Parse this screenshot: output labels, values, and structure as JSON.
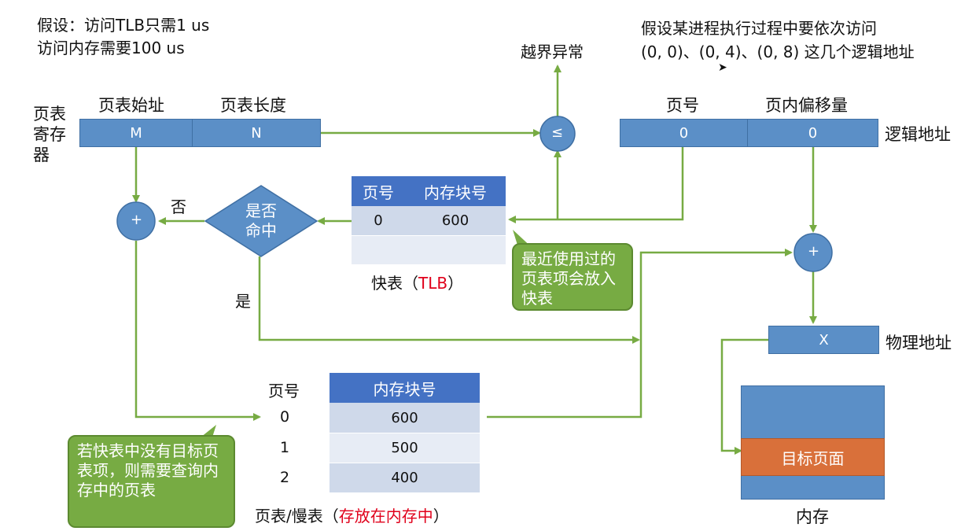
{
  "assumption": {
    "line1": "假设：访问TLB只需1 us",
    "line2": "访问内存需要100 us"
  },
  "scenario": {
    "line1": "假设某进程执行过程中要依次访问",
    "line2": "(0, 0)、(0, 4)、(0, 8) 这几个逻辑地址"
  },
  "page_table_register": {
    "label": "页表寄存器",
    "start_label": "页表始址",
    "length_label": "页表长度",
    "start_value": "M",
    "length_value": "N"
  },
  "out_of_bounds": {
    "label": "越界异常",
    "compare_symbol": "≤"
  },
  "logical_address": {
    "page_label": "页号",
    "offset_label": "页内偏移量",
    "page_value": "0",
    "offset_value": "0",
    "caption": "逻辑地址"
  },
  "decision": {
    "text": "是否命中",
    "no_label": "否",
    "yes_label": "是"
  },
  "adders": {
    "left_symbol": "+",
    "right_symbol": "+"
  },
  "tlb": {
    "col_page": "页号",
    "col_block": "内存块号",
    "rows": [
      {
        "page": "0",
        "block": "600"
      },
      {
        "page": "",
        "block": ""
      }
    ],
    "caption_prefix": "快表（",
    "caption_highlight": "TLB",
    "caption_suffix": "）"
  },
  "tlb_callout": "最近使用过的页表项会放入快表",
  "physical_address": {
    "value": "X",
    "caption": "物理地址"
  },
  "page_table": {
    "col_page": "页号",
    "col_block": "内存块号",
    "rows": [
      {
        "page": "0",
        "block": "600"
      },
      {
        "page": "1",
        "block": "500"
      },
      {
        "page": "2",
        "block": "400"
      }
    ],
    "caption_prefix": "页表/慢表（",
    "caption_highlight": "存放在内存中",
    "caption_suffix": "）"
  },
  "miss_callout": "若快表中没有目标页表项，则需要查询内存中的页表",
  "memory": {
    "target_label": "目标页面",
    "caption": "内存"
  },
  "colors": {
    "blue_box": "#5b8fc7",
    "arrow_green": "#77ab43",
    "target_page": "#d9703a",
    "header_blue": "#4472c4",
    "highlight_red": "#e0001b"
  }
}
